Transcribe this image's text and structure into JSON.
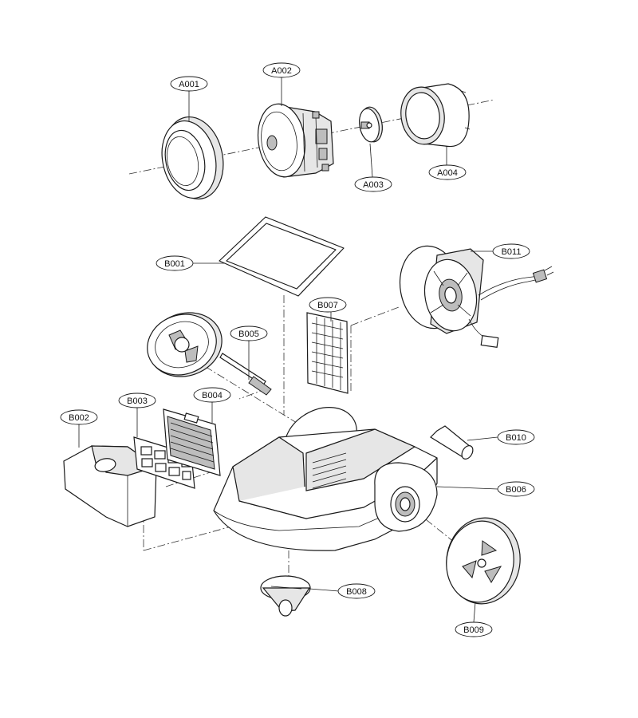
{
  "labels": {
    "A001": "A001",
    "A002": "A002",
    "A003": "A003",
    "A004": "A004",
    "B001": "B001",
    "B002": "B002",
    "B003": "B003",
    "B004": "B004",
    "B005": "B005",
    "B006": "B006",
    "B007": "B007",
    "B008": "B008",
    "B009": "B009",
    "B010": "B010",
    "B011": "B011"
  }
}
